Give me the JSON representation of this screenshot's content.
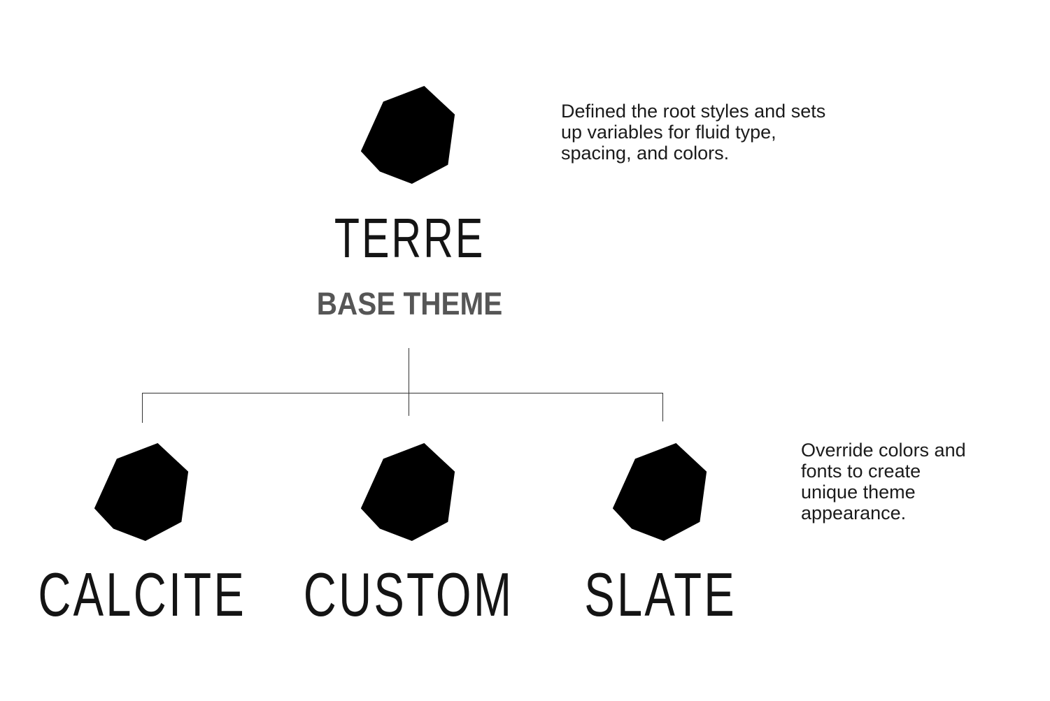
{
  "page": {
    "background": "#ffffff"
  },
  "colors": {
    "connector_line": "#333333",
    "icon_stroke": "#4c4c4c",
    "icon_fill": "#4f4f4f",
    "display_text": "#141414",
    "subtitle_text": "#565656",
    "body_text": "#1b1b1b"
  },
  "icons": {
    "gem": "gem-icon"
  },
  "root": {
    "name": "TERRE",
    "label": "BASE THEME",
    "description": "Defined the root styles and sets\nup variables for fluid type,\nspacing, and colors."
  },
  "children": {
    "items": [
      {
        "name": "CALCITE"
      },
      {
        "name": "CUSTOM"
      },
      {
        "name": "SLATE"
      }
    ],
    "description": "Override colors and\nfonts to create\nunique theme\nappearance."
  }
}
